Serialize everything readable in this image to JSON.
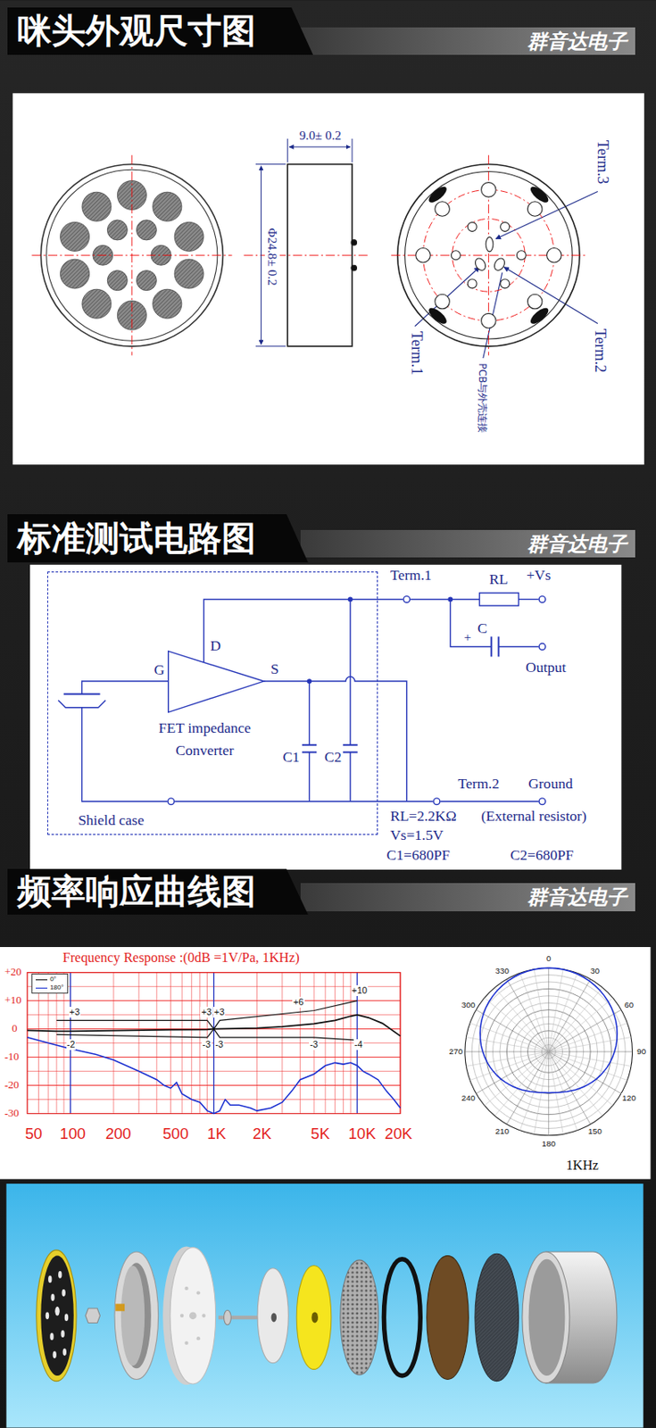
{
  "diagram": {
    "nodes": [
      {
        "text": [
          "咪头外观尺寸图"
        ]
      },
      {
        "text": [
          "群音达电子"
        ]
      },
      {
        "text": [
          "标准测试电路图"
        ]
      },
      {
        "text": [
          "群音达电子"
        ]
      },
      {
        "text": [
          "频率响应曲线图"
        ]
      },
      {
        "text": [
          "群音达电子"
        ]
      },
      {
        "text": [
          "Shield case"
        ]
      }
    ],
    "labels": [
      "9.0± 0.2",
      "Φ24.8± 0.2",
      "Term.3",
      "Term.1",
      "Term.2",
      "PCB与外壳连接",
      "Term.1",
      "RL",
      "+Vs",
      "C",
      "+",
      "Output",
      "D",
      "G",
      "S",
      "FET impedance Converter",
      "C1",
      "C2",
      "Term.2",
      "Ground",
      "RL=2.2KΩ",
      "(External resistor)",
      "Vs=1.5V",
      "C1=680PF",
      "C2=680PF",
      "Frequency Response :(0dB =1V/Pa, 1KHz)",
      "+20",
      "+10",
      "0",
      "-10",
      "-20",
      "-30",
      "50",
      "100",
      "200",
      "500",
      "1K",
      "2K",
      "5K",
      "10K",
      "20K",
      "+3",
      "-2",
      "+3",
      "+3",
      "-3",
      "-3",
      "+6",
      "+10",
      "-3",
      "-4",
      "0",
      "30",
      "60",
      "90",
      "120",
      "150",
      "180",
      "210",
      "240",
      "270",
      "300",
      "330",
      "1KHz"
    ],
    "legend": [
      {
        "text": "0°"
      },
      {
        "text": "180°"
      }
    ]
  }
}
